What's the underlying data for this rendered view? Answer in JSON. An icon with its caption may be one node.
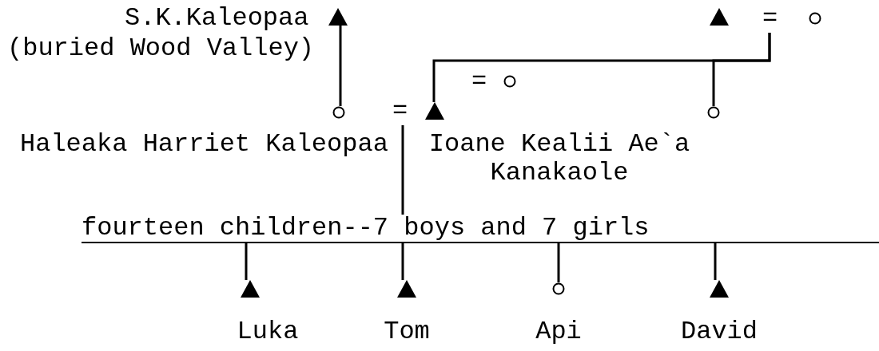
{
  "diagram": {
    "nodes": [
      {
        "text": [],
        "shape": "triangle",
        "beside": [
          "S.K.Kaleopaa",
          "(buried Wood Valley)"
        ]
      },
      {
        "text": [],
        "shape": "triangle"
      },
      {
        "text": [
          "="
        ]
      },
      {
        "text": [],
        "shape": "circle"
      },
      {
        "text": [],
        "shape": "circle"
      },
      {
        "text": [],
        "shape": "circle",
        "beside": [
          "Haleaka Harriet Kaleopaa"
        ]
      },
      {
        "text": [
          "="
        ]
      },
      {
        "text": [],
        "shape": "triangle",
        "beside": [
          "Ioane Kealii Ae`a Kanakaole"
        ]
      },
      {
        "text": [],
        "shape": "circle"
      },
      {
        "text": [
          "fourteen children--7 boys and 7 girls"
        ]
      },
      {
        "text": [],
        "shape": "triangle",
        "beside": [
          "Luka"
        ]
      },
      {
        "text": [],
        "shape": "triangle",
        "beside": [
          "Tom"
        ]
      },
      {
        "text": [],
        "shape": "circle",
        "beside": [
          "Api"
        ]
      },
      {
        "text": [],
        "shape": "triangle",
        "beside": [
          "David"
        ]
      }
    ],
    "edges": [
      {
        "from": 0,
        "to": 5,
        "arrow": "none"
      },
      {
        "from": 2,
        "to": 7,
        "arrow": "none"
      },
      {
        "from": 2,
        "to": 8,
        "arrow": "none"
      },
      {
        "from": 6,
        "to": 9,
        "arrow": "none"
      },
      {
        "from": 9,
        "to": 10,
        "arrow": "none"
      },
      {
        "from": 9,
        "to": 11,
        "arrow": "none"
      },
      {
        "from": 9,
        "to": 12,
        "arrow": "none"
      },
      {
        "from": 9,
        "to": 13,
        "arrow": "none"
      }
    ],
    "labels": [
      "="
    ]
  }
}
